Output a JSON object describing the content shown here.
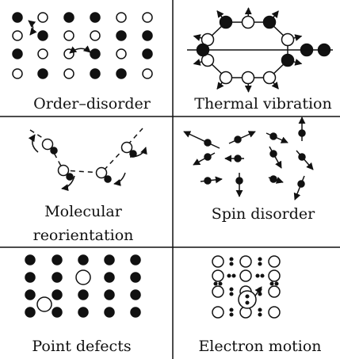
{
  "panels": [
    {
      "id": "order-disorder",
      "caption": [
        "Order–disorder"
      ]
    },
    {
      "id": "thermal-vibration",
      "caption": [
        "Thermal vibration"
      ]
    },
    {
      "id": "molecular-reorientation",
      "caption": [
        "Molecular",
        "reorientation"
      ]
    },
    {
      "id": "spin-disorder",
      "caption": [
        "Spin disorder"
      ]
    },
    {
      "id": "point-defects",
      "caption": [
        "Point defects"
      ]
    },
    {
      "id": "electron-motion",
      "caption": [
        "Electron motion"
      ]
    }
  ],
  "colors": {
    "ink": "#111111",
    "background": "#ffffff"
  }
}
